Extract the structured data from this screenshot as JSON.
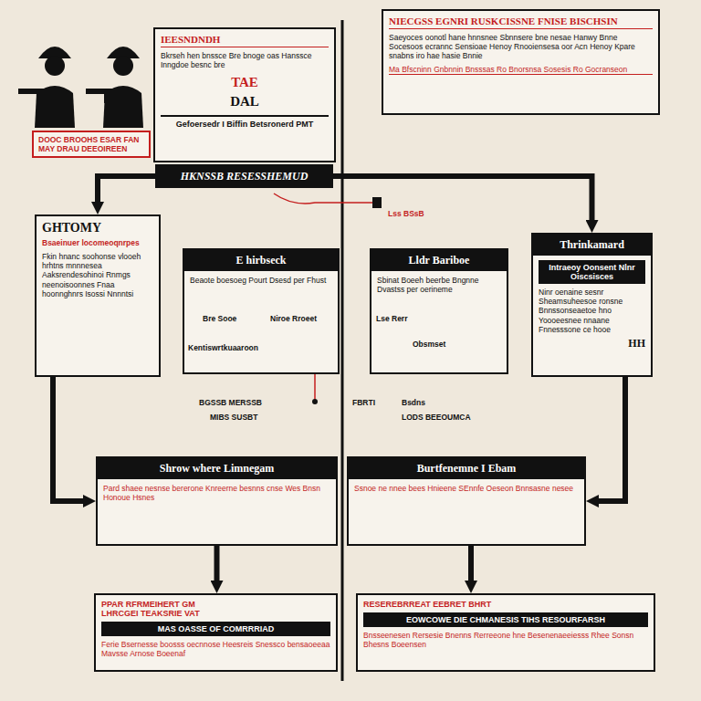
{
  "diagram": {
    "nodes": [
      {
        "text": [
          "DOOC BROOHS ESAR FAN MAY DRAU DEEOIREEN"
        ]
      },
      {
        "text": [
          "IEESNDNDH",
          "Bkrseh hen bnssce Bre bnoge oas Hanssce Inngdoe besnc bre",
          "TAE",
          "DAL",
          "Gefoersedr I Biffin Betsronerd PMT"
        ]
      },
      {
        "text": [
          "HKNSSB RESESSHEMUD"
        ]
      },
      {
        "text": [
          "NIECGSS EGNRI RUSKCISSNE FNISE BISCHSIN",
          "Saeyoces oonotl hane hnnsnee Sbnnsere bne nesae Hanwy Bnne Socesoos ecrannc Sensioae Henoy Rnooiensesa oor Acn Henoy Kpare snabns iro hae hasie Bnnie",
          "Ma Bfscninn Gnbnnin Bnsssas Ro Bnorsnsa Sosesis Ro Gocranseon"
        ]
      },
      {
        "text": [
          "GHTOMY",
          "Bsaeinuer locomeoqnrpes",
          "Fkin hnanc soohonse vlooeh hrhtns mnnnesea Aaksrendesohinoi Rnmgs neenoisoonnes Fnaa hoonnghnrs Isossi Nnnntsi"
        ]
      },
      {
        "text": [
          "E hirbseck",
          "Beaote boesoeg Pourt Dsesd per Fhust"
        ]
      },
      {
        "text": [
          "Lldr Bariboe",
          "Sbinat Boeeh beerbe Bngnne Dvastss per oerineme"
        ]
      },
      {
        "text": [
          "Thrinkamard",
          "Intraeoy Oonsent Nlnr Oiscsisces",
          "Ninr oenaine sesnr Sheamsuheesoe ronsne Bnnssonseaetoe hno Yoooeesnee nnaane Fnnesssone ce hooe",
          "HH"
        ]
      },
      {
        "text": [
          "Shrow where Limnegam",
          "Pard shaee nesnse bererone Knreerne besnns cnse Wes Bnsn Honoue Hsnes"
        ]
      },
      {
        "text": [
          "Burtfenemne I Ebam",
          "Ssnoe ne nnee bees Hnieene SEnnfe Oeseon Bnnsasne nesee"
        ]
      },
      {
        "text": [
          "PPAR RFRMEIHERT GM",
          "LHRCGEI TEAKSRIE VAT",
          "MAS OASSE OF COMRRRIAD",
          "Ferie Bsernesse boosss oecnnose Heesreis Snessco bensaoeeaa Mavsse Arnose Boeenaf"
        ]
      },
      {
        "text": [
          "RESEREBRREAT EEBRET BHRT",
          "EOWCOWE DIE CHMANESIS TIHS RESOURFARSH",
          "Bnsseenesen Rersesie Bnenns Rerreeone hne Besenenaeeiesss Rhee Sonsn Bhesns Boeensen"
        ]
      }
    ],
    "edges": [
      {
        "from": 2,
        "to": 4,
        "arrow": "to"
      },
      {
        "from": 2,
        "to": 7,
        "arrow": "to"
      },
      {
        "from": 4,
        "to": 8,
        "arrow": "to"
      },
      {
        "from": 7,
        "to": 9,
        "arrow": "to"
      },
      {
        "from": 8,
        "to": 10,
        "arrow": "to"
      },
      {
        "from": 9,
        "to": 11,
        "arrow": "to"
      }
    ],
    "labels": [
      "Lss BSsB",
      "Bre Sooe",
      "Niroe Rroeet",
      "Lse Rerr",
      "Kentiswrtkuaaroon",
      "Obsmset",
      "BGSSB MERSSB",
      "MIBS SUSBT",
      "FBRTI",
      "Bsdns",
      "LODS BEEOUMCA"
    ]
  }
}
